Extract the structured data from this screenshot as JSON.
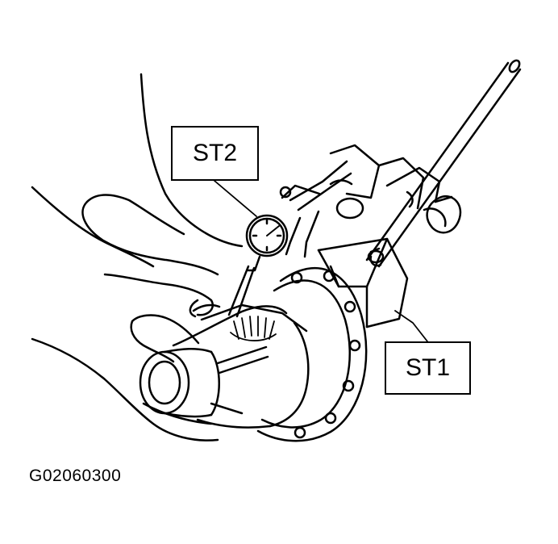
{
  "callouts": {
    "st2": "ST2",
    "st1": "ST1"
  },
  "figure_id": "G02060300",
  "colors": {
    "line": "#000000",
    "background": "#ffffff"
  }
}
